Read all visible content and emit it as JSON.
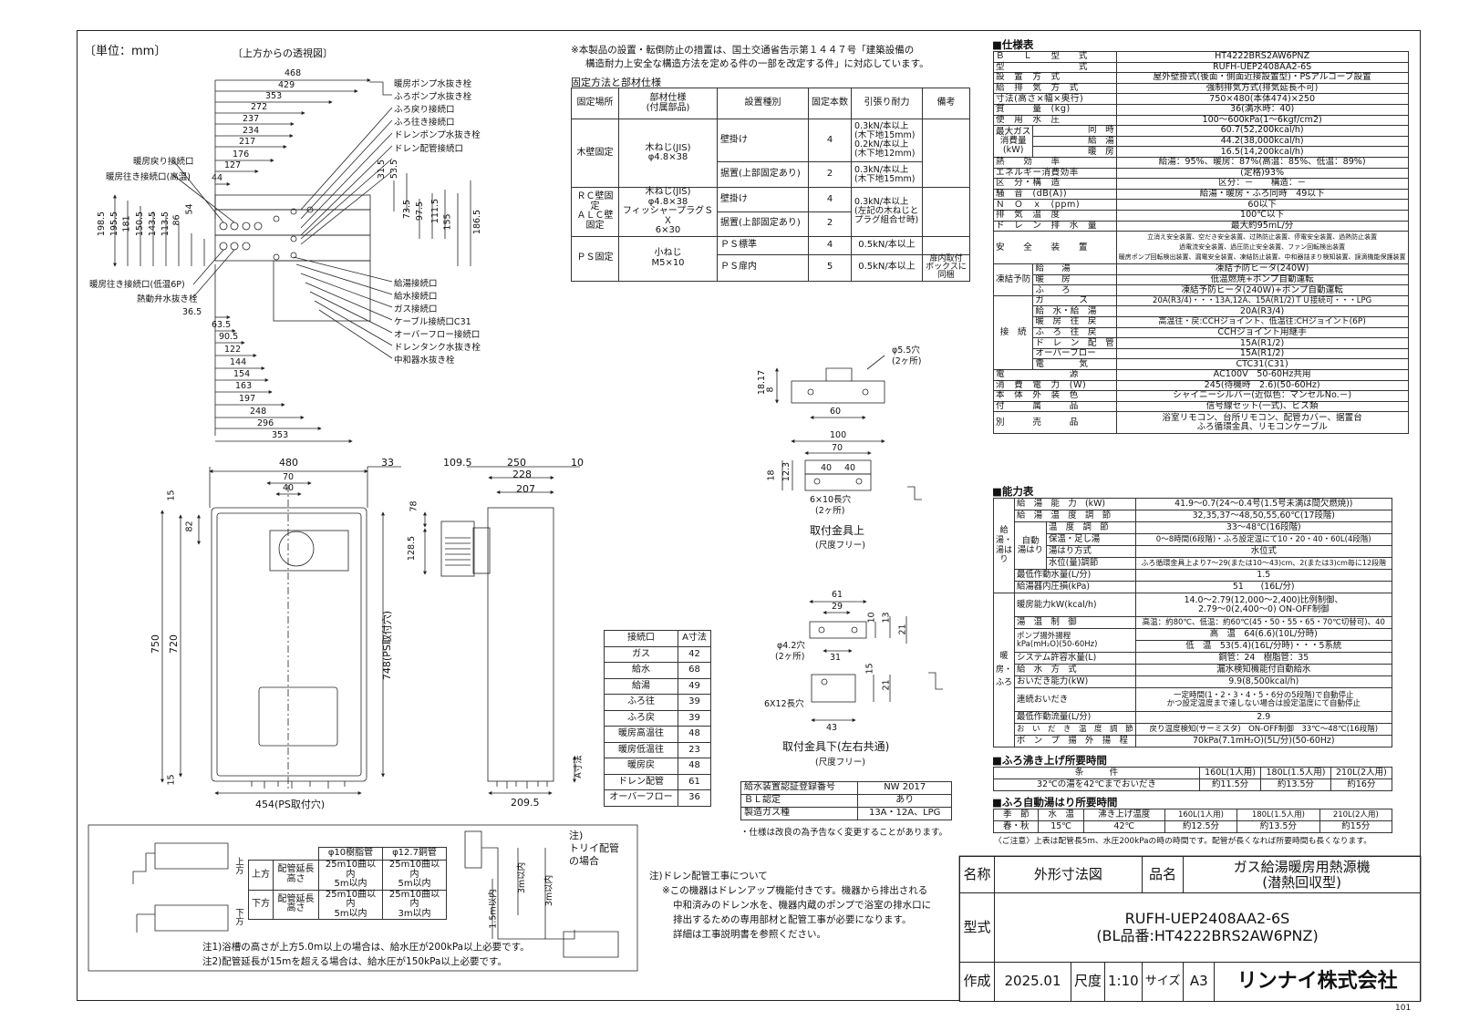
{
  "drawing": {
    "unit_label": "〔単位：mm〕",
    "top_view_label": "〔上方からの透視図〕",
    "page_no": "101",
    "top_dims": [
      "468",
      "429",
      "353",
      "272",
      "237",
      "234",
      "217",
      "176",
      "127",
      "44"
    ],
    "left_vert_dims": [
      "198.5",
      "195.5",
      "181",
      "150.5",
      "143.5",
      "113.5",
      "86",
      "54"
    ],
    "mid_vert_dims": [
      "31.5",
      "53.5",
      "73.5",
      "97.5",
      "111.5",
      "155",
      "186.5"
    ],
    "bottom_dims": [
      "36.5",
      "63.5",
      "90.5",
      "122",
      "144",
      "154",
      "163",
      "197",
      "248",
      "296",
      "353"
    ],
    "left_labels": [
      "暖房戻り接続口",
      "暖房往き接続口(高温)",
      "暖房往き接続口(低温6P)",
      "熱動弁水抜き栓"
    ],
    "right_labels_top": [
      "暖房ポンプ水抜き栓",
      "ふろポンプ水抜き栓",
      "ふろ戻り接続口",
      "ふろ往き接続口",
      "ドレンポンプ水抜き栓",
      "ドレン配管接続口"
    ],
    "right_labels_bottom": [
      "給湯接続口",
      "給水接続口",
      "ガス接続口",
      "ケーブル接続口C31",
      "オーバーフロー接続口",
      "ドレンタンク水抜き栓",
      "中和器水抜き栓"
    ],
    "front_dims": {
      "w": "480",
      "d33": "33",
      "d70": "70",
      "d40": "40",
      "d15a": "15",
      "d82": "82",
      "h750": "750",
      "h720": "720",
      "h748": "748(PS取付穴)",
      "d15b": "15",
      "w454": "454(PS取付穴)"
    },
    "side_dims": {
      "d109": "109.5",
      "d250": "250",
      "d10": "10",
      "d228": "228",
      "d207": "207",
      "d78": "78",
      "d128": "128.5",
      "d209": "209.5",
      "a": "A寸法"
    },
    "upper_bracket": {
      "hole": "φ5.5穴",
      "hole_n": "(2ヶ所)",
      "d18_17": "18.17",
      "d8": "8",
      "d60": "60",
      "d100": "100",
      "d70": "70",
      "d40a": "40",
      "d40b": "40",
      "d18": "18",
      "d12": "12.3",
      "slot": "6×10長穴",
      "slot_n": "(2ヶ所)",
      "title": "取付金具上",
      "sub": "(尺度フリー)"
    },
    "lower_bracket": {
      "d61": "61",
      "d29": "29",
      "d10": "10",
      "d13": "13",
      "d21a": "21",
      "hole": "φ4.2穴",
      "hole_n": "(2ヶ所)",
      "d31": "31",
      "d15": "15",
      "d21b": "21",
      "slot": "6X12長穴",
      "d43": "43",
      "title": "取付金具下(左右共通)",
      "sub": "(尺度フリー)"
    }
  },
  "notice": [
    "※本製品の設置・転倒防止の措置は、国土交通省告示第１４４７号「建築設備の",
    "構造耐力上安全な構造方法を定める件の一部を改定する件」に対応しています。"
  ],
  "fixing": {
    "title": "固定方法と部材仕様",
    "headers": [
      "固定場所",
      "部材仕様\n(付属部品)",
      "設置種別",
      "固定本数",
      "引張り耐力",
      "備考"
    ],
    "wood": {
      "place": "木壁固定",
      "part": "木ねじ(JIS)\nφ4.8×38",
      "r1": {
        "kind": "壁掛け",
        "n": "4",
        "f": "0.3kN/本以上\n(木下地15mm)\n0.2kN/本以上\n(木下地12mm)"
      },
      "r2": {
        "kind": "据置(上部固定あり)",
        "n": "2",
        "f": "0.3kN/本以上\n(木下地15mm)"
      }
    },
    "rc": {
      "place": "ＲＣ壁固定\nＡＬＣ壁固定",
      "part": "木ねじ(JIS)\nφ4.8×38\nフィッシャープラグＳＸ\n6×30",
      "r1": {
        "kind": "壁掛け",
        "n": "4",
        "f": "0.3kN/本以上\n(左記の木ねじと\nプラグ組合せ時)"
      },
      "r2": {
        "kind": "据置(上部固定あり)",
        "n": "2"
      }
    },
    "ps": {
      "place": "ＰＳ固定",
      "part": "小ねじ\nM5×10",
      "r1": {
        "kind": "ＰＳ標準",
        "n": "4",
        "f": "0.5kN/本以上"
      },
      "r2": {
        "kind": "ＰＳ扉内",
        "n": "5",
        "f": "0.5kN/本以上",
        "note": "扉内取付\nボックスに同梱"
      }
    }
  },
  "conn_table": {
    "headers": [
      "接続口",
      "A寸法"
    ],
    "rows": [
      [
        "ガス",
        "42"
      ],
      [
        "給水",
        "68"
      ],
      [
        "給湯",
        "49"
      ],
      [
        "ふろ往",
        "39"
      ],
      [
        "ふろ戻",
        "39"
      ],
      [
        "暖房高温往",
        "48"
      ],
      [
        "暖房低温往",
        "23"
      ],
      [
        "暖房戻",
        "48"
      ],
      [
        "ドレン配管",
        "61"
      ],
      [
        "オーバーフロー",
        "36"
      ]
    ]
  },
  "reg_table": {
    "rows": [
      [
        "給水装置認証登録番号",
        "NW 2017"
      ],
      [
        "ＢＬ認定",
        "あり"
      ],
      [
        "製造ガス種",
        "13A・12A、LPG"
      ]
    ],
    "note": "・仕様は改良の為予告なく変更することがあります。"
  },
  "spec": {
    "title": "■仕様表",
    "rows": [
      [
        "Ｂ　　Ｌ　　型　　式",
        "HT4222BRS2AW6PNZ"
      ],
      [
        "型　　　　　　　　式",
        "RUFH-UEP2408AA2-6S"
      ],
      [
        "設　置　方　式",
        "屋外壁掛式(後面・側面近接設置型)・PSアルコーブ設置"
      ],
      [
        "給　排　気　方　式",
        "強制排気方式(排気延長不可)"
      ],
      [
        "寸法(高さ×幅×奥行)",
        "750×480(本体474)×250"
      ],
      [
        "質　　　量　(kg)",
        "36(満水時：40)"
      ],
      [
        "使　用　水　圧",
        "100～600kPa(1～6kgf/cm2)"
      ]
    ],
    "gas": {
      "label": "最大ガス消費量\n(kW)",
      "rows": [
        [
          "同　時",
          "60.7(52,200kcal/h)"
        ],
        [
          "給　湯",
          "44.2(38,000kcal/h)"
        ],
        [
          "暖　房",
          "16.5(14,200kcal/h)"
        ]
      ]
    },
    "rows2": [
      [
        "熱　　効　　率",
        "給湯：95%、暖房：87%(高温：85%、低温：89%)"
      ],
      [
        "エネルギー消費効率",
        "(定格)93%"
      ],
      [
        "区　分・構　造",
        "区分：－　　構造：－"
      ],
      [
        "騒　音　(dB(A))",
        "給湯・暖房・ふろ同時　49以下"
      ],
      [
        "Ｎ　Ｏ　ｘ　(ppm)",
        "60以下"
      ],
      [
        "排　気　温　度",
        "100℃以下"
      ],
      [
        "ド　レ　ン　排　水　量",
        "最大約95mL/分"
      ]
    ],
    "safety": {
      "label": "安　　全　　装　　置",
      "lines": [
        "立消え安全装置、空だき安全装置、过熱防止装置、停電安全装置、過熱防止装置",
        "過電流安全装置、過圧防止安全装置、ファン回転検出装置",
        "暖房ポンプ回転検出装置、漏電安全装置、凍結防止装置、中和器詰まり検知装置、誤滴機能保護装置"
      ]
    },
    "freeze": {
      "label": "凍結予防",
      "rows": [
        [
          "給　　湯",
          "凍結予防ヒータ(240W)"
        ],
        [
          "暖　　房",
          "低温燃焼+ポンプ自動運転"
        ],
        [
          "ふ　　ろ",
          "凍結予防ヒータ(240W)+ポンプ自動運転"
        ]
      ]
    },
    "connect": {
      "label": "接　続",
      "rows": [
        [
          "ガ　　　　ス",
          "20A(R3/4)・・・13A,12A、15A(R1/2)ＴＵ接続可・・・LPG"
        ],
        [
          "給　水・給　湯",
          "20A(R3/4)"
        ],
        [
          "暖　房　往　戻",
          "高温往・戻:CCHジョイント、低温往:CHジョイント(6P)"
        ],
        [
          "ふ　ろ　往　戻",
          "CCHジョイント用継手"
        ],
        [
          "ド　レ　ン　配　管",
          "15A(R1/2)"
        ],
        [
          "オーバーフロー",
          "15A(R1/2)"
        ],
        [
          "電　　　　気",
          "CTC31(C31)"
        ]
      ]
    },
    "rows3": [
      [
        "電　　　　　　　源",
        "AC100V　50-60Hz共用"
      ],
      [
        "消　費　電　力　(W)",
        "245(待機時　2.6)(50-60Hz)"
      ],
      [
        "本　体　外　装　色",
        "シャイニーシルバー(近似色：マンセルNo.－)"
      ],
      [
        "付　　　属　　　品",
        "信号線セット(一式)、ビス類"
      ],
      [
        "別　　　売　　　品",
        "浴室リモコン、台所リモコン、配管カバー、据置台\nふろ循環金具、リモコンケーブル"
      ]
    ]
  },
  "capacity": {
    "title": "■能力表",
    "kyuto": {
      "label": "給湯・湯はり",
      "rows": [
        [
          "給　湯　能　力　(kW)",
          "41.9～0.7(24～0.4号(1.5号未満は間欠燃焼))"
        ],
        [
          "給　湯　温　度　調　節",
          "32,35,37～48,50,55,60℃(17段階)"
        ]
      ],
      "auto": {
        "label": "自動\n湯はり",
        "rows": [
          [
            "温　度　調　節",
            "33～48℃(16段階)"
          ],
          [
            "保温・足し湯",
            "0～8時間(6段階)・ふろ設定温にて10・20・40・60L(4段階)"
          ],
          [
            "湯はり方式",
            "水位式"
          ],
          [
            "水位(量)調節",
            "ふろ循環金具上より7～29(または10～43)cm、2(または3)cm毎に12段階"
          ]
        ]
      },
      "rows2": [
        [
          "最低作動水量(L/分)",
          "1.5"
        ],
        [
          "給湯器内圧損(kPa)",
          "51　　(16L/分)"
        ]
      ]
    },
    "danbo": {
      "label": "暖房・ふろ",
      "rows": [
        [
          "暖房能力kW(kcal/h)",
          "14.0～2.79(12,000～2,400)比例制御、\n2.79～0(2,400～0) ON-OFF制御"
        ],
        [
          "湯　温　制　御",
          "高温：約80℃、低温：約60℃(45・50・55・65・70℃切替可)、40"
        ]
      ],
      "pump": {
        "label": "ポンプ揚外揚程\nkPa(mH₂O)(50-60Hz)",
        "rows": [
          [
            "高　温",
            "64(6.6)(10L/分時)"
          ],
          [
            "低　温",
            "53(5.4)(16L/分時)・・・5系統"
          ]
        ]
      },
      "rows2": [
        [
          "システム許容水量(L)",
          "銅管：24　樹脂管：35"
        ],
        [
          "給　水　方　式",
          "漏水検知機能付自動給水"
        ],
        [
          "おいだき能力(kW)",
          "9.9(8,500kcal/h)"
        ],
        [
          "連続おいだき",
          "一定時間(1・2・3・4・5・6分の5段階)で自動停止\nかつ設定温度まで達しない場合は設定温度にて自動停止"
        ],
        [
          "最低作動流量(L/分)",
          "2.9"
        ],
        [
          "お　い　だ　き　温　度　調　節",
          "戻り温度検知(サーミスタ)　ON-OFF制御　33℃～48℃(16段階)"
        ],
        [
          "ポ　ン　プ　揚　外　揚　程",
          "70kPa(7.1mH₂O)(5L/分)(50-60Hz)"
        ]
      ]
    }
  },
  "furo_up": {
    "title": "■ふろ沸き上げ所要時間",
    "headers": [
      "条　　　件",
      "160L(1人用)",
      "180L(1.5人用)",
      "210L(2人用)"
    ],
    "row": [
      "32℃の湯を42℃までおいだき",
      "約11.5分",
      "約13.5分",
      "約16分"
    ]
  },
  "furo_auto": {
    "title": "■ふろ自動湯はり所要時間",
    "headers": [
      "季　節",
      "水　温",
      "沸き上げ温度",
      "160L(1人用)",
      "180L(1.5人用)",
      "210L(2人用)"
    ],
    "row": [
      "春・秋",
      "15℃",
      "42℃",
      "約12.5分",
      "約13.5分",
      "約15分"
    ],
    "note": "〈ご注意〉上表は配管長5m、水圧200kPaの時の時間です。配管が長くなれば所要時間も長くなります。"
  },
  "pipe_table": {
    "headers": [
      "φ10樹脂管",
      "φ12.7銅管"
    ],
    "rowlabel": "配管延長\n高さ",
    "up": {
      "label": "上方",
      "a": "25m10曲以内\n5m以内",
      "b": "25m10曲以内\n5m以内"
    },
    "down": {
      "label": "下方",
      "a": "25m10曲以内\n5m以内",
      "b": "25m10曲以内\n3m以内"
    },
    "side_up": "上方",
    "side_down": "下方",
    "note_trap": "注)\nトリイ配管\nの場合",
    "d3a": "3m以内",
    "d3b": "3m以内",
    "d15": "1.5m以内",
    "notes": [
      "注1)浴槽の高さが上方5.0m以上の場合は、給水圧が200kPa以上必要です。",
      "注2)配管延長が15mを超える場合は、給水圧が150kPa以上必要です。"
    ]
  },
  "drain_note": [
    "注)ドレン配管工事について",
    "※この機器はドレンアップ機能付きです。機器から排出される",
    "中和済みのドレン水を、機器内蔵のポンプで浴室の排水口に",
    "排出するための専用部材と配管工事が必要になります。",
    "詳細は工事説明書を参照ください。"
  ],
  "titleblock": {
    "name_l": "名称",
    "name": "外形寸法図",
    "prod_l": "品名",
    "prod": "ガス給湯暖房用熱源機\n(潜熱回収型)",
    "model_l": "型式",
    "model": "RUFH-UEP2408AA2-6S\n(BL品番:HT4222BRS2AW6PNZ)",
    "made_l": "作成",
    "date": "2025.01",
    "scale_l": "尺度",
    "scale": "1:10",
    "size_l": "サイズ",
    "size": "A3",
    "company": "リンナイ株式会社"
  }
}
